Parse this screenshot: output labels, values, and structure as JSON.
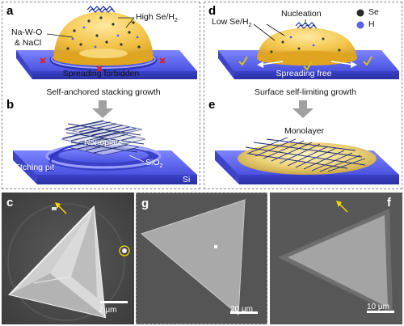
{
  "panels": {
    "a": {
      "label": "a",
      "precursor": "Na-W-O",
      "precursor2": "& NaCl",
      "gas": "High Se/H",
      "gas_sub": "2",
      "caption": "Spreading forbidden"
    },
    "b": {
      "label": "b",
      "step": "Self-anchored stacking growth",
      "nanoplate": "Nanoplate",
      "pit": "Etching pit",
      "sio2": "SiO",
      "sio2_sub": "2",
      "si": "Si"
    },
    "c": {
      "label": "c",
      "scale": "2 μm"
    },
    "d": {
      "label": "d",
      "nucleation": "Nucleation",
      "gas": "Low Se/H",
      "gas_sub": "2",
      "legend_se": "Se",
      "legend_h": "H",
      "caption": "Spreading free"
    },
    "e": {
      "label": "e",
      "step": "Surface self-limiting growth",
      "monolayer": "Monolayer"
    },
    "g": {
      "label": "g",
      "scale": "20 μm"
    },
    "f": {
      "label": "f",
      "scale": "10 μm"
    }
  },
  "colors": {
    "substrate": "#5b63ee",
    "droplet": "#f3c444",
    "arrow_gray": "#9e9e9e",
    "sem_bg": "#4d4d4d",
    "yellow_marker": "#f2dc00",
    "red_cross": "#e02020"
  }
}
